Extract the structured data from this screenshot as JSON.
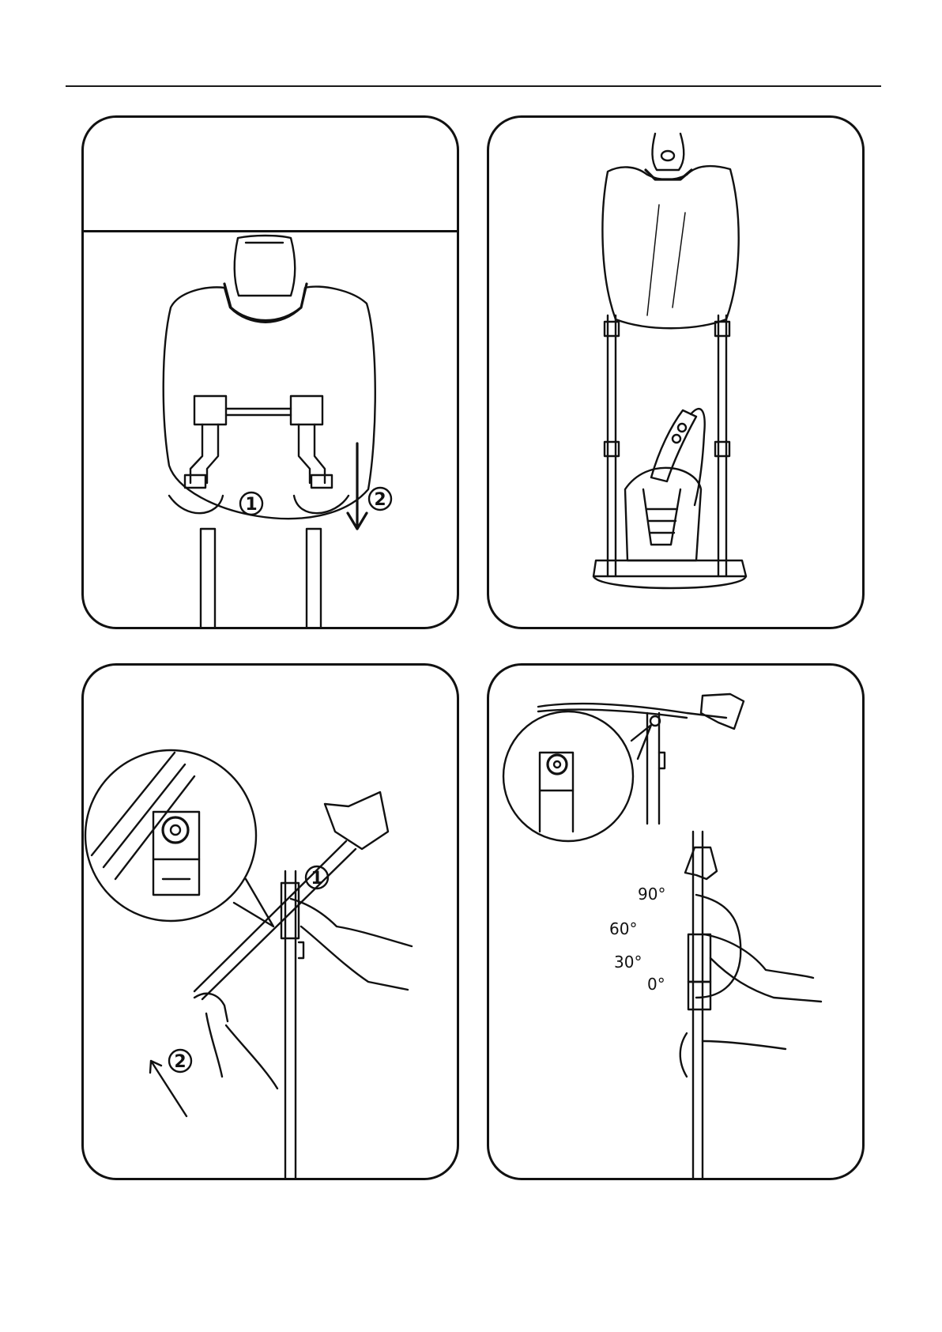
{
  "figure_1": {
    "step_1": "1",
    "step_2": "2"
  },
  "figure_3": {
    "step_1": "1",
    "step_2": "2"
  },
  "figure_4": {
    "angle_90": "90°",
    "angle_60": "60°",
    "angle_30": "30°",
    "angle_0": "0°"
  }
}
